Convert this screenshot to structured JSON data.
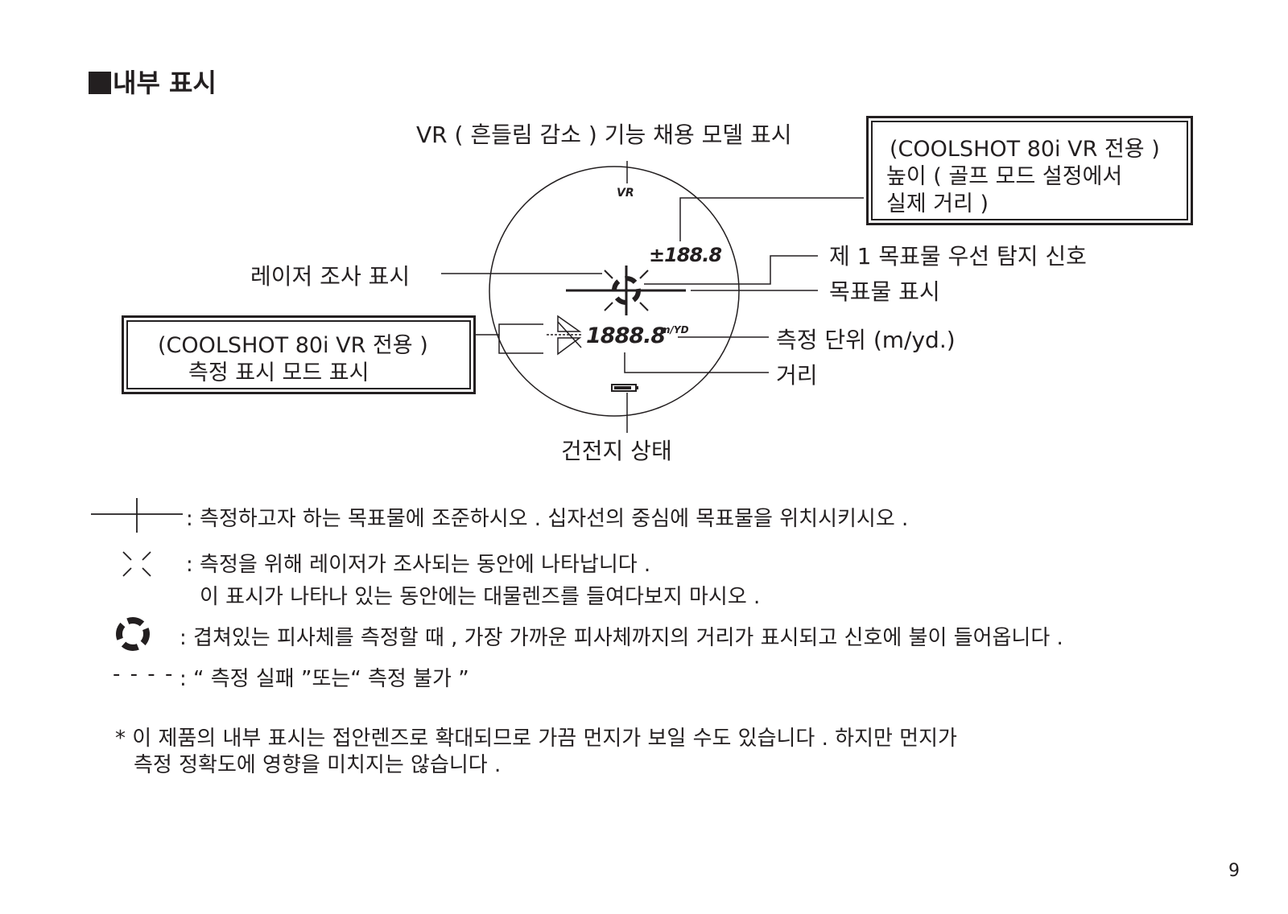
{
  "title": "내부 표시",
  "diagram": {
    "vr_indicator": "VR",
    "height_readout": "±188.8",
    "distance_readout": "1888.8",
    "unit_readout": "m/YD",
    "labels": {
      "vr_model": "VR ( 흔들림 감소 ) 기능 채용 모델 표시",
      "height_box_line1": "(COOLSHOT 80i VR 전용 )",
      "height_box_line2": "높이 ( 골프 모드 설정에서",
      "height_box_line3": "실제 거리 )",
      "laser": "레이저 조사 표시",
      "first_target": "제 1 목표물 우선 탐지 신호",
      "target": "목표물 표시",
      "mode_box_line1": "(COOLSHOT 80i VR 전용 )",
      "mode_box_line2": "측정 표시 모드 표시",
      "unit": "측정 단위 (m/yd.)",
      "distance": "거리",
      "battery": "건전지 상태"
    }
  },
  "legend": [
    {
      "icon": "crosshair-icon",
      "text": ": 측정하고자 하는 목표물에 조준하시오 . 십자선의 중심에 목표물을 위치시키시오 ."
    },
    {
      "icon": "laser-icon",
      "text": ": 측정을 위해 레이저가 조사되는 동안에 나타납니다 .",
      "text2": "이 표시가 나타나 있는 동안에는 대물렌즈를 들여다보지 마시오 ."
    },
    {
      "icon": "target-ring-icon",
      "text": ": 겹쳐있는 피사체를 측정할 때 , 가장 가까운 피사체까지의 거리가 표시되고 신호에 불이 들어옵니다 ."
    },
    {
      "icon": "dashes-icon",
      "symbol": "- - - -",
      "text": ": “ 측정 실패 ”또는“ 측정 불가 ”"
    }
  ],
  "note": {
    "line1": "* 이 제품의 내부 표시는 접안렌즈로 확대되므로 가끔 먼지가 보일 수도 있습니다 . 하지만 먼지가",
    "line2": "측정 정확도에 영향을 미치지는 않습니다 ."
  },
  "page_number": "9"
}
